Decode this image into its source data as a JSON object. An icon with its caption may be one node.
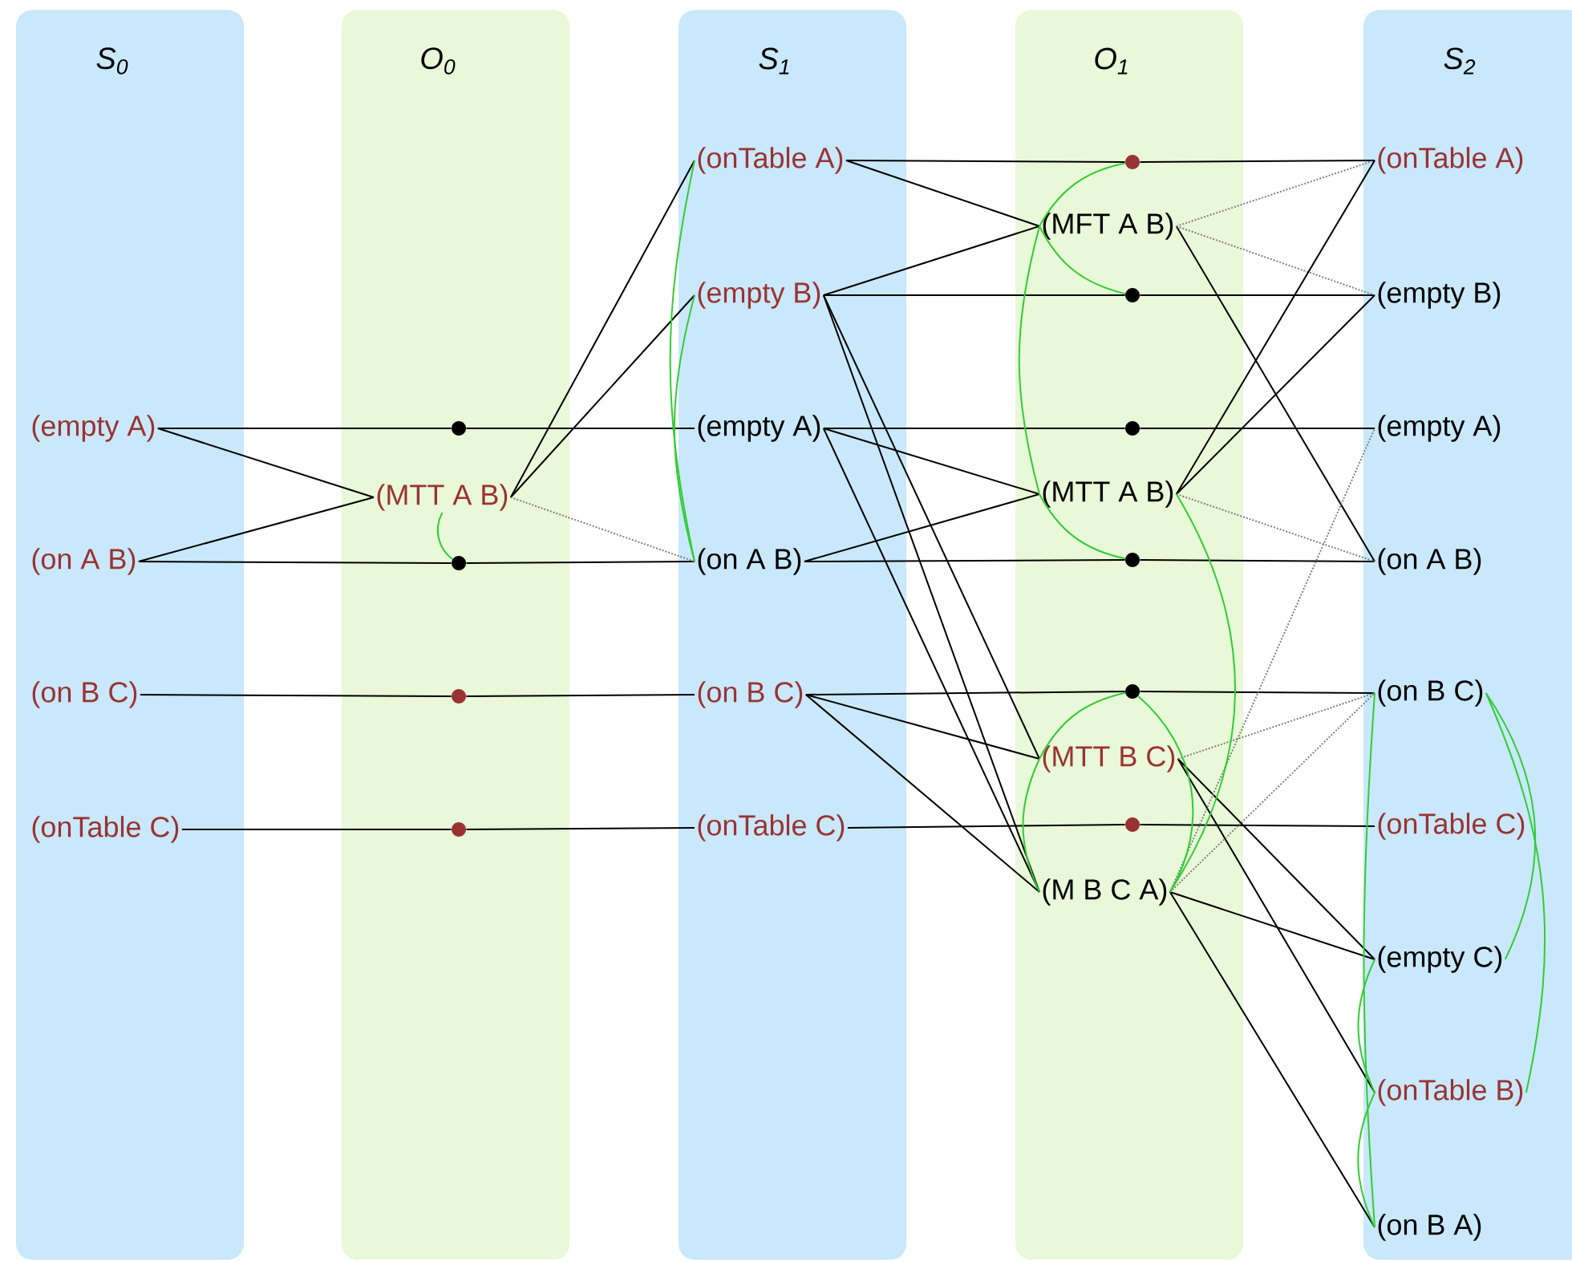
{
  "diagram": {
    "nodes": [
      {
        "text": [
          "S$_{0}$"
        ]
      },
      {
        "text": [
          "O$_{0}$"
        ]
      },
      {
        "text": [
          "S$_{1}$"
        ]
      },
      {
        "text": [
          "O$_{1}$"
        ]
      },
      {
        "text": [
          "S$_{2}$"
        ]
      },
      {
        "text": [
          "(empty A)"
        ],
        "in": 0
      },
      {
        "text": [
          "(on A B)"
        ],
        "in": 0
      },
      {
        "text": [
          "(on B C)"
        ],
        "in": 0
      },
      {
        "text": [
          "(onTable C)"
        ],
        "in": 0
      },
      {
        "text": [
          "(MTT A B)"
        ],
        "in": 1
      },
      {
        "text": [],
        "shape": "circle",
        "in": 1
      },
      {
        "text": [],
        "shape": "circle",
        "in": 1
      },
      {
        "text": [],
        "shape": "circle",
        "in": 1
      },
      {
        "text": [],
        "shape": "circle",
        "in": 1
      },
      {
        "text": [
          "(onTable A)"
        ],
        "in": 2
      },
      {
        "text": [
          "(empty B)"
        ],
        "in": 2
      },
      {
        "text": [
          "(empty A)"
        ],
        "in": 2
      },
      {
        "text": [
          "(on A B)"
        ],
        "in": 2
      },
      {
        "text": [
          "(on B C)"
        ],
        "in": 2
      },
      {
        "text": [
          "(onTable C)"
        ],
        "in": 2
      },
      {
        "text": [],
        "shape": "circle",
        "in": 3
      },
      {
        "text": [
          "(MFT A B)"
        ],
        "in": 3
      },
      {
        "text": [],
        "shape": "circle",
        "in": 3
      },
      {
        "text": [],
        "shape": "circle",
        "in": 3
      },
      {
        "text": [
          "(MTT A B)"
        ],
        "in": 3
      },
      {
        "text": [],
        "shape": "circle",
        "in": 3
      },
      {
        "text": [],
        "shape": "circle",
        "in": 3
      },
      {
        "text": [
          "(MTT B C)"
        ],
        "in": 3
      },
      {
        "text": [],
        "shape": "circle",
        "in": 3
      },
      {
        "text": [
          "(M B C A)"
        ],
        "in": 3
      },
      {
        "text": [
          "(onTable A)"
        ],
        "in": 4
      },
      {
        "text": [
          "(empty B)"
        ],
        "in": 4
      },
      {
        "text": [
          "(empty A)"
        ],
        "in": 4
      },
      {
        "text": [
          "(on A B)"
        ],
        "in": 4
      },
      {
        "text": [
          "(on B C)"
        ],
        "in": 4
      },
      {
        "text": [
          "(onTable C)"
        ],
        "in": 4
      },
      {
        "text": [
          "(empty C)"
        ],
        "in": 4
      },
      {
        "text": [
          "(onTable B)"
        ],
        "in": 4
      },
      {
        "text": [
          "(on B A)"
        ],
        "in": 4
      }
    ],
    "edges": [
      {
        "from": 5,
        "to": 10,
        "arrow": "none"
      },
      {
        "from": 10,
        "to": 16,
        "arrow": "none"
      },
      {
        "from": 6,
        "to": 11,
        "arrow": "none"
      },
      {
        "from": 11,
        "to": 17,
        "arrow": "none"
      },
      {
        "from": 7,
        "to": 12,
        "arrow": "none"
      },
      {
        "from": 12,
        "to": 18,
        "arrow": "none"
      },
      {
        "from": 8,
        "to": 13,
        "arrow": "none"
      },
      {
        "from": 13,
        "to": 19,
        "arrow": "none"
      },
      {
        "from": 5,
        "to": 9,
        "arrow": "none"
      },
      {
        "from": 6,
        "to": 9,
        "arrow": "none"
      },
      {
        "from": 9,
        "to": 14,
        "arrow": "none"
      },
      {
        "from": 9,
        "to": 15,
        "arrow": "none"
      },
      {
        "from": 9,
        "to": 17,
        "arrow": "none",
        "style": "dashed",
        "color": "#808080"
      },
      {
        "from": 14,
        "to": 20,
        "arrow": "none"
      },
      {
        "from": 20,
        "to": 30,
        "arrow": "none"
      },
      {
        "from": 15,
        "to": 22,
        "arrow": "none"
      },
      {
        "from": 22,
        "to": 31,
        "arrow": "none"
      },
      {
        "from": 16,
        "to": 23,
        "arrow": "none"
      },
      {
        "from": 23,
        "to": 32,
        "arrow": "none"
      },
      {
        "from": 17,
        "to": 25,
        "arrow": "none"
      },
      {
        "from": 25,
        "to": 33,
        "arrow": "none"
      },
      {
        "from": 18,
        "to": 26,
        "arrow": "none"
      },
      {
        "from": 26,
        "to": 34,
        "arrow": "none"
      },
      {
        "from": 19,
        "to": 28,
        "arrow": "none"
      },
      {
        "from": 28,
        "to": 35,
        "arrow": "none"
      },
      {
        "from": 14,
        "to": 21,
        "arrow": "none"
      },
      {
        "from": 15,
        "to": 21,
        "arrow": "none"
      },
      {
        "from": 16,
        "to": 24,
        "arrow": "none"
      },
      {
        "from": 17,
        "to": 24,
        "arrow": "none"
      },
      {
        "from": 15,
        "to": 27,
        "arrow": "none"
      },
      {
        "from": 15,
        "to": 29,
        "arrow": "none"
      },
      {
        "from": 16,
        "to": 29,
        "arrow": "none"
      },
      {
        "from": 18,
        "to": 27,
        "arrow": "none"
      },
      {
        "from": 18,
        "to": 29,
        "arrow": "none"
      },
      {
        "from": 21,
        "to": 33,
        "arrow": "none"
      },
      {
        "from": 21,
        "to": 30,
        "arrow": "none",
        "style": "dashed",
        "color": "#808080"
      },
      {
        "from": 21,
        "to": 31,
        "arrow": "none",
        "style": "dashed",
        "color": "#808080"
      },
      {
        "from": 24,
        "to": 30,
        "arrow": "none"
      },
      {
        "from": 24,
        "to": 31,
        "arrow": "none"
      },
      {
        "from": 24,
        "to": 33,
        "arrow": "none",
        "style": "dashed",
        "color": "#808080"
      },
      {
        "from": 27,
        "to": 37,
        "arrow": "none"
      },
      {
        "from": 27,
        "to": 36,
        "arrow": "none"
      },
      {
        "from": 27,
        "to": 34,
        "arrow": "none",
        "style": "dashed",
        "color": "#808080"
      },
      {
        "from": 29,
        "to": 38,
        "arrow": "none"
      },
      {
        "from": 29,
        "to": 36,
        "arrow": "none"
      },
      {
        "from": 29,
        "to": 34,
        "arrow": "none",
        "style": "dashed",
        "color": "#808080"
      },
      {
        "from": 29,
        "to": 32,
        "arrow": "none",
        "style": "dashed",
        "color": "#808080"
      },
      {
        "from": 9,
        "to": 11,
        "arrow": "none",
        "color": "#33cc33"
      },
      {
        "from": 14,
        "to": 17,
        "arrow": "none",
        "color": "#33cc33"
      },
      {
        "from": 15,
        "to": 17,
        "arrow": "none",
        "color": "#33cc33"
      },
      {
        "from": 20,
        "to": 21,
        "arrow": "none",
        "color": "#33cc33"
      },
      {
        "from": 21,
        "to": 22,
        "arrow": "none",
        "color": "#33cc33"
      },
      {
        "from": 21,
        "to": 24,
        "arrow": "none",
        "color": "#33cc33"
      },
      {
        "from": 24,
        "to": 25,
        "arrow": "none",
        "color": "#33cc33"
      },
      {
        "from": 26,
        "to": 27,
        "arrow": "none",
        "color": "#33cc33"
      },
      {
        "from": 27,
        "to": 29,
        "arrow": "none",
        "color": "#33cc33"
      },
      {
        "from": 24,
        "to": 29,
        "arrow": "none",
        "color": "#33cc33"
      },
      {
        "from": 26,
        "to": 29,
        "arrow": "none",
        "color": "#33cc33"
      },
      {
        "from": 34,
        "to": 38,
        "arrow": "none",
        "color": "#33cc33"
      },
      {
        "from": 34,
        "to": 36,
        "arrow": "none",
        "color": "#33cc33"
      },
      {
        "from": 34,
        "to": 37,
        "arrow": "none",
        "color": "#33cc33"
      },
      {
        "from": 36,
        "to": 37,
        "arrow": "none",
        "color": "#33cc33"
      },
      {
        "from": 37,
        "to": 38,
        "arrow": "none",
        "color": "#33cc33"
      }
    ]
  }
}
